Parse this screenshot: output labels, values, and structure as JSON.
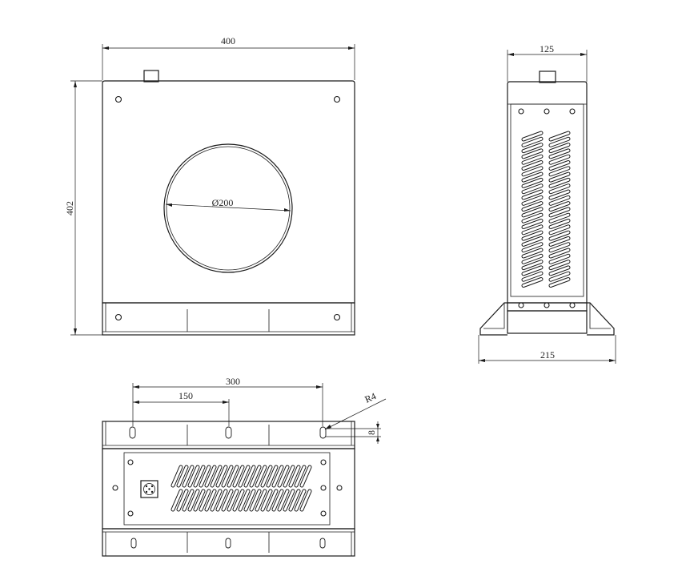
{
  "front_view": {
    "width_label": "400",
    "height_label": "402",
    "bore_label": "Ø200"
  },
  "side_view": {
    "top_width_label": "125",
    "base_width_label": "215"
  },
  "bottom_view": {
    "hole_span_label": "300",
    "half_span_label": "150",
    "radius_label": "R4",
    "slot_width_label": "8"
  }
}
